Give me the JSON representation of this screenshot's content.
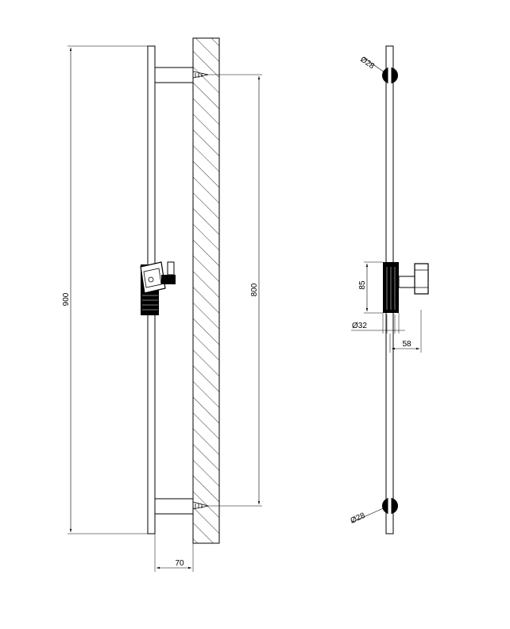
{
  "drawing": {
    "front_view": {
      "dim_total_height": "900",
      "dim_bracket_spacing": "800",
      "dim_wall_offset": "70"
    },
    "side_view": {
      "dim_top_bracket_diameter": "28",
      "dim_bottom_bracket_diameter": "28",
      "dim_slider_height": "85",
      "dim_bar_diameter": "32",
      "dim_holder_projection": "58",
      "diameter_symbol": "Ø"
    }
  },
  "colors": {
    "ink": "#000000",
    "paper": "#ffffff"
  }
}
